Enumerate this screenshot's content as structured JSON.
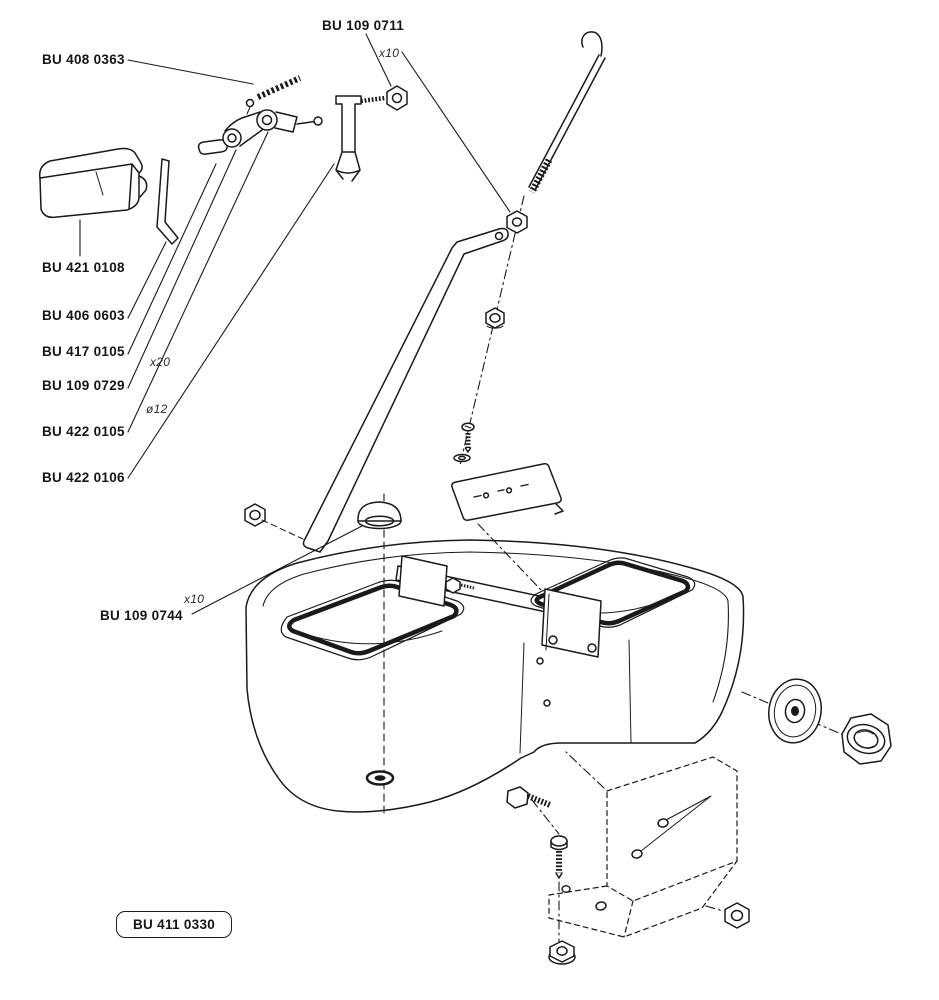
{
  "colors": {
    "line": "#1a1a1a",
    "background": "#ffffff",
    "text": "#161616"
  },
  "labels": {
    "top_nut": {
      "part_no": "BU 109 0711",
      "qty": "x10"
    },
    "spring": {
      "part_no": "BU 408 0363"
    },
    "float_chamber": {
      "part_no": "BU 421 0108"
    },
    "angle_bracket": {
      "part_no": "BU 406 0603"
    },
    "lever": {
      "part_no": "BU 417 0105"
    },
    "small_nut": {
      "part_no": "BU 109 0729",
      "qty": "x20"
    },
    "pin": {
      "part_no": "BU 422 0105",
      "note": "ø12"
    },
    "clip": {
      "part_no": "BU 422 0106"
    },
    "dome_cap": {
      "part_no": "BU 109 0744",
      "qty": "x10"
    },
    "assembly": {
      "part_no": "BU 411 0330"
    }
  }
}
